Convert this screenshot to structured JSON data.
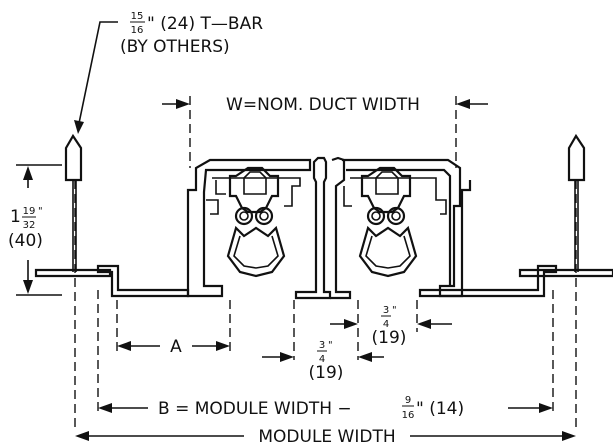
{
  "labels": {
    "tbar_frac_num": "15",
    "tbar_frac_den": "16",
    "tbar_line1_rest": "\" (24) T—BAR",
    "tbar_line2": "(BY OTHERS)",
    "duct_width": "W=NOM. DUCT WIDTH",
    "height_whole": "1",
    "height_frac_num": "19",
    "height_frac_den": "32",
    "height_inch": "\"",
    "height_mm": "(40)",
    "dim_a": "A",
    "left_frac_num": "3",
    "left_frac_den": "4",
    "left_inch": "\"",
    "left_mm": "(19)",
    "right_frac_num": "3",
    "right_frac_den": "4",
    "right_inch": "\"",
    "right_mm": "(19)",
    "b_prefix": "B = MODULE WIDTH −",
    "b_frac_num": "9",
    "b_frac_den": "16",
    "b_suffix": "\" (14)",
    "module_width": "MODULE WIDTH"
  }
}
